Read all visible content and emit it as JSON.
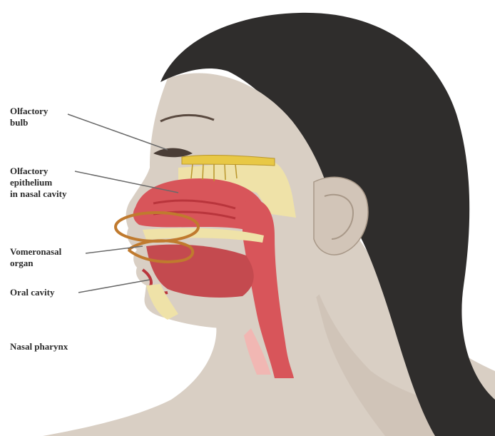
{
  "labels": {
    "olfactory_bulb": [
      "Olfactory",
      "bulb"
    ],
    "olfactory_epithelium": [
      "Olfactory",
      "epithelium",
      "in nasal cavity"
    ],
    "vomeronasal_organ": [
      "Vomeronasal",
      "organ"
    ],
    "oral_cavity": [
      "Oral cavity"
    ],
    "nasal_pharynx": [
      "Nasal pharynx"
    ]
  },
  "colors": {
    "hair": "#2f2d2c",
    "skin": "#d9cfc4",
    "skin_shadow": "#b9aa9c",
    "bone": "#efe2a8",
    "mucosa": "#d8555a",
    "mucosa_dark": "#b9353c",
    "pharynx_light": "#f1b7b3",
    "olfactory_nerve": "#e8c845",
    "vomeronasal_loop": "#c07a2e",
    "leader_line": "#6a6a6a"
  }
}
